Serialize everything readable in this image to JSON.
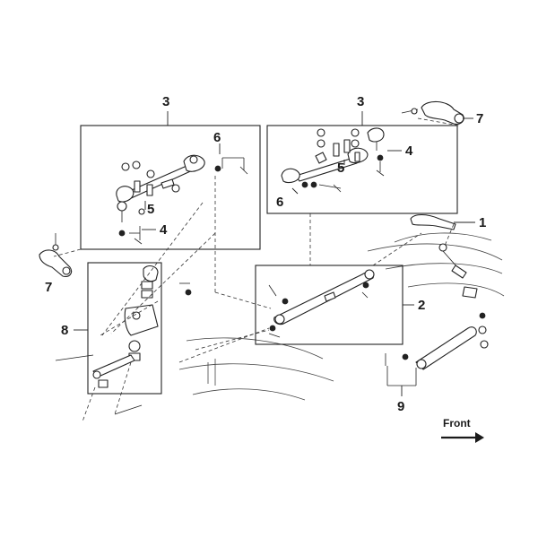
{
  "callouts": [
    {
      "id": "3a",
      "label": "3"
    },
    {
      "id": "3b",
      "label": "3"
    },
    {
      "id": "6a",
      "label": "6"
    },
    {
      "id": "6b",
      "label": "6"
    },
    {
      "id": "5a",
      "label": "5"
    },
    {
      "id": "5b",
      "label": "5"
    },
    {
      "id": "4a",
      "label": "4"
    },
    {
      "id": "4b",
      "label": "4"
    },
    {
      "id": "7a",
      "label": "7"
    },
    {
      "id": "7b",
      "label": "7"
    },
    {
      "id": "1",
      "label": "1"
    },
    {
      "id": "2",
      "label": "2"
    },
    {
      "id": "8",
      "label": "8"
    },
    {
      "id": "9",
      "label": "9"
    }
  ],
  "front_label": "Front",
  "icons": {
    "direction_arrow": "arrow-right-icon"
  },
  "colors": {
    "line": "#222222",
    "background": "#ffffff"
  }
}
